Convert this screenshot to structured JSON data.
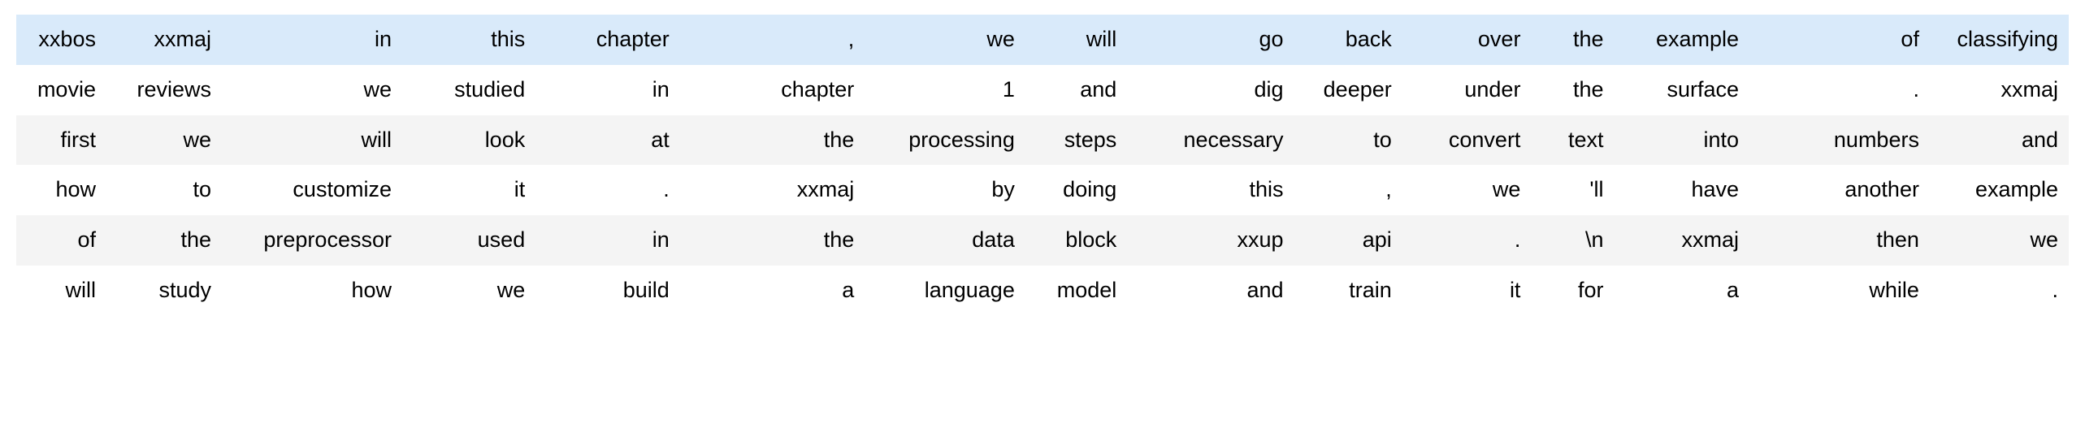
{
  "table": {
    "column_count": 15,
    "row_count": 6,
    "colors": {
      "highlight_row_background": "#d9eafa",
      "odd_row_background": "#f4f4f4",
      "even_row_background": "#ffffff",
      "text": "#000000",
      "page_background": "#ffffff"
    },
    "rows": [
      {
        "style": "highlight",
        "cells": [
          "xxbos",
          "xxmaj",
          "in",
          "this",
          "chapter",
          ",",
          "we",
          "will",
          "go",
          "back",
          "over",
          "the",
          "example",
          "of",
          "classifying"
        ]
      },
      {
        "style": "even",
        "cells": [
          "movie",
          "reviews",
          "we",
          "studied",
          "in",
          "chapter",
          "1",
          "and",
          "dig",
          "deeper",
          "under",
          "the",
          "surface",
          ".",
          "xxmaj"
        ]
      },
      {
        "style": "odd",
        "cells": [
          "first",
          "we",
          "will",
          "look",
          "at",
          "the",
          "processing",
          "steps",
          "necessary",
          "to",
          "convert",
          "text",
          "into",
          "numbers",
          "and"
        ]
      },
      {
        "style": "even",
        "cells": [
          "how",
          "to",
          "customize",
          "it",
          ".",
          "xxmaj",
          "by",
          "doing",
          "this",
          ",",
          "we",
          "'ll",
          "have",
          "another",
          "example"
        ]
      },
      {
        "style": "odd",
        "cells": [
          "of",
          "the",
          "preprocessor",
          "used",
          "in",
          "the",
          "data",
          "block",
          "xxup",
          "api",
          ".",
          "\\n",
          "xxmaj",
          "then",
          "we"
        ]
      },
      {
        "style": "even",
        "cells": [
          "will",
          "study",
          "how",
          "we",
          "build",
          "a",
          "language",
          "model",
          "and",
          "train",
          "it",
          "for",
          "a",
          "while",
          "."
        ]
      }
    ]
  }
}
